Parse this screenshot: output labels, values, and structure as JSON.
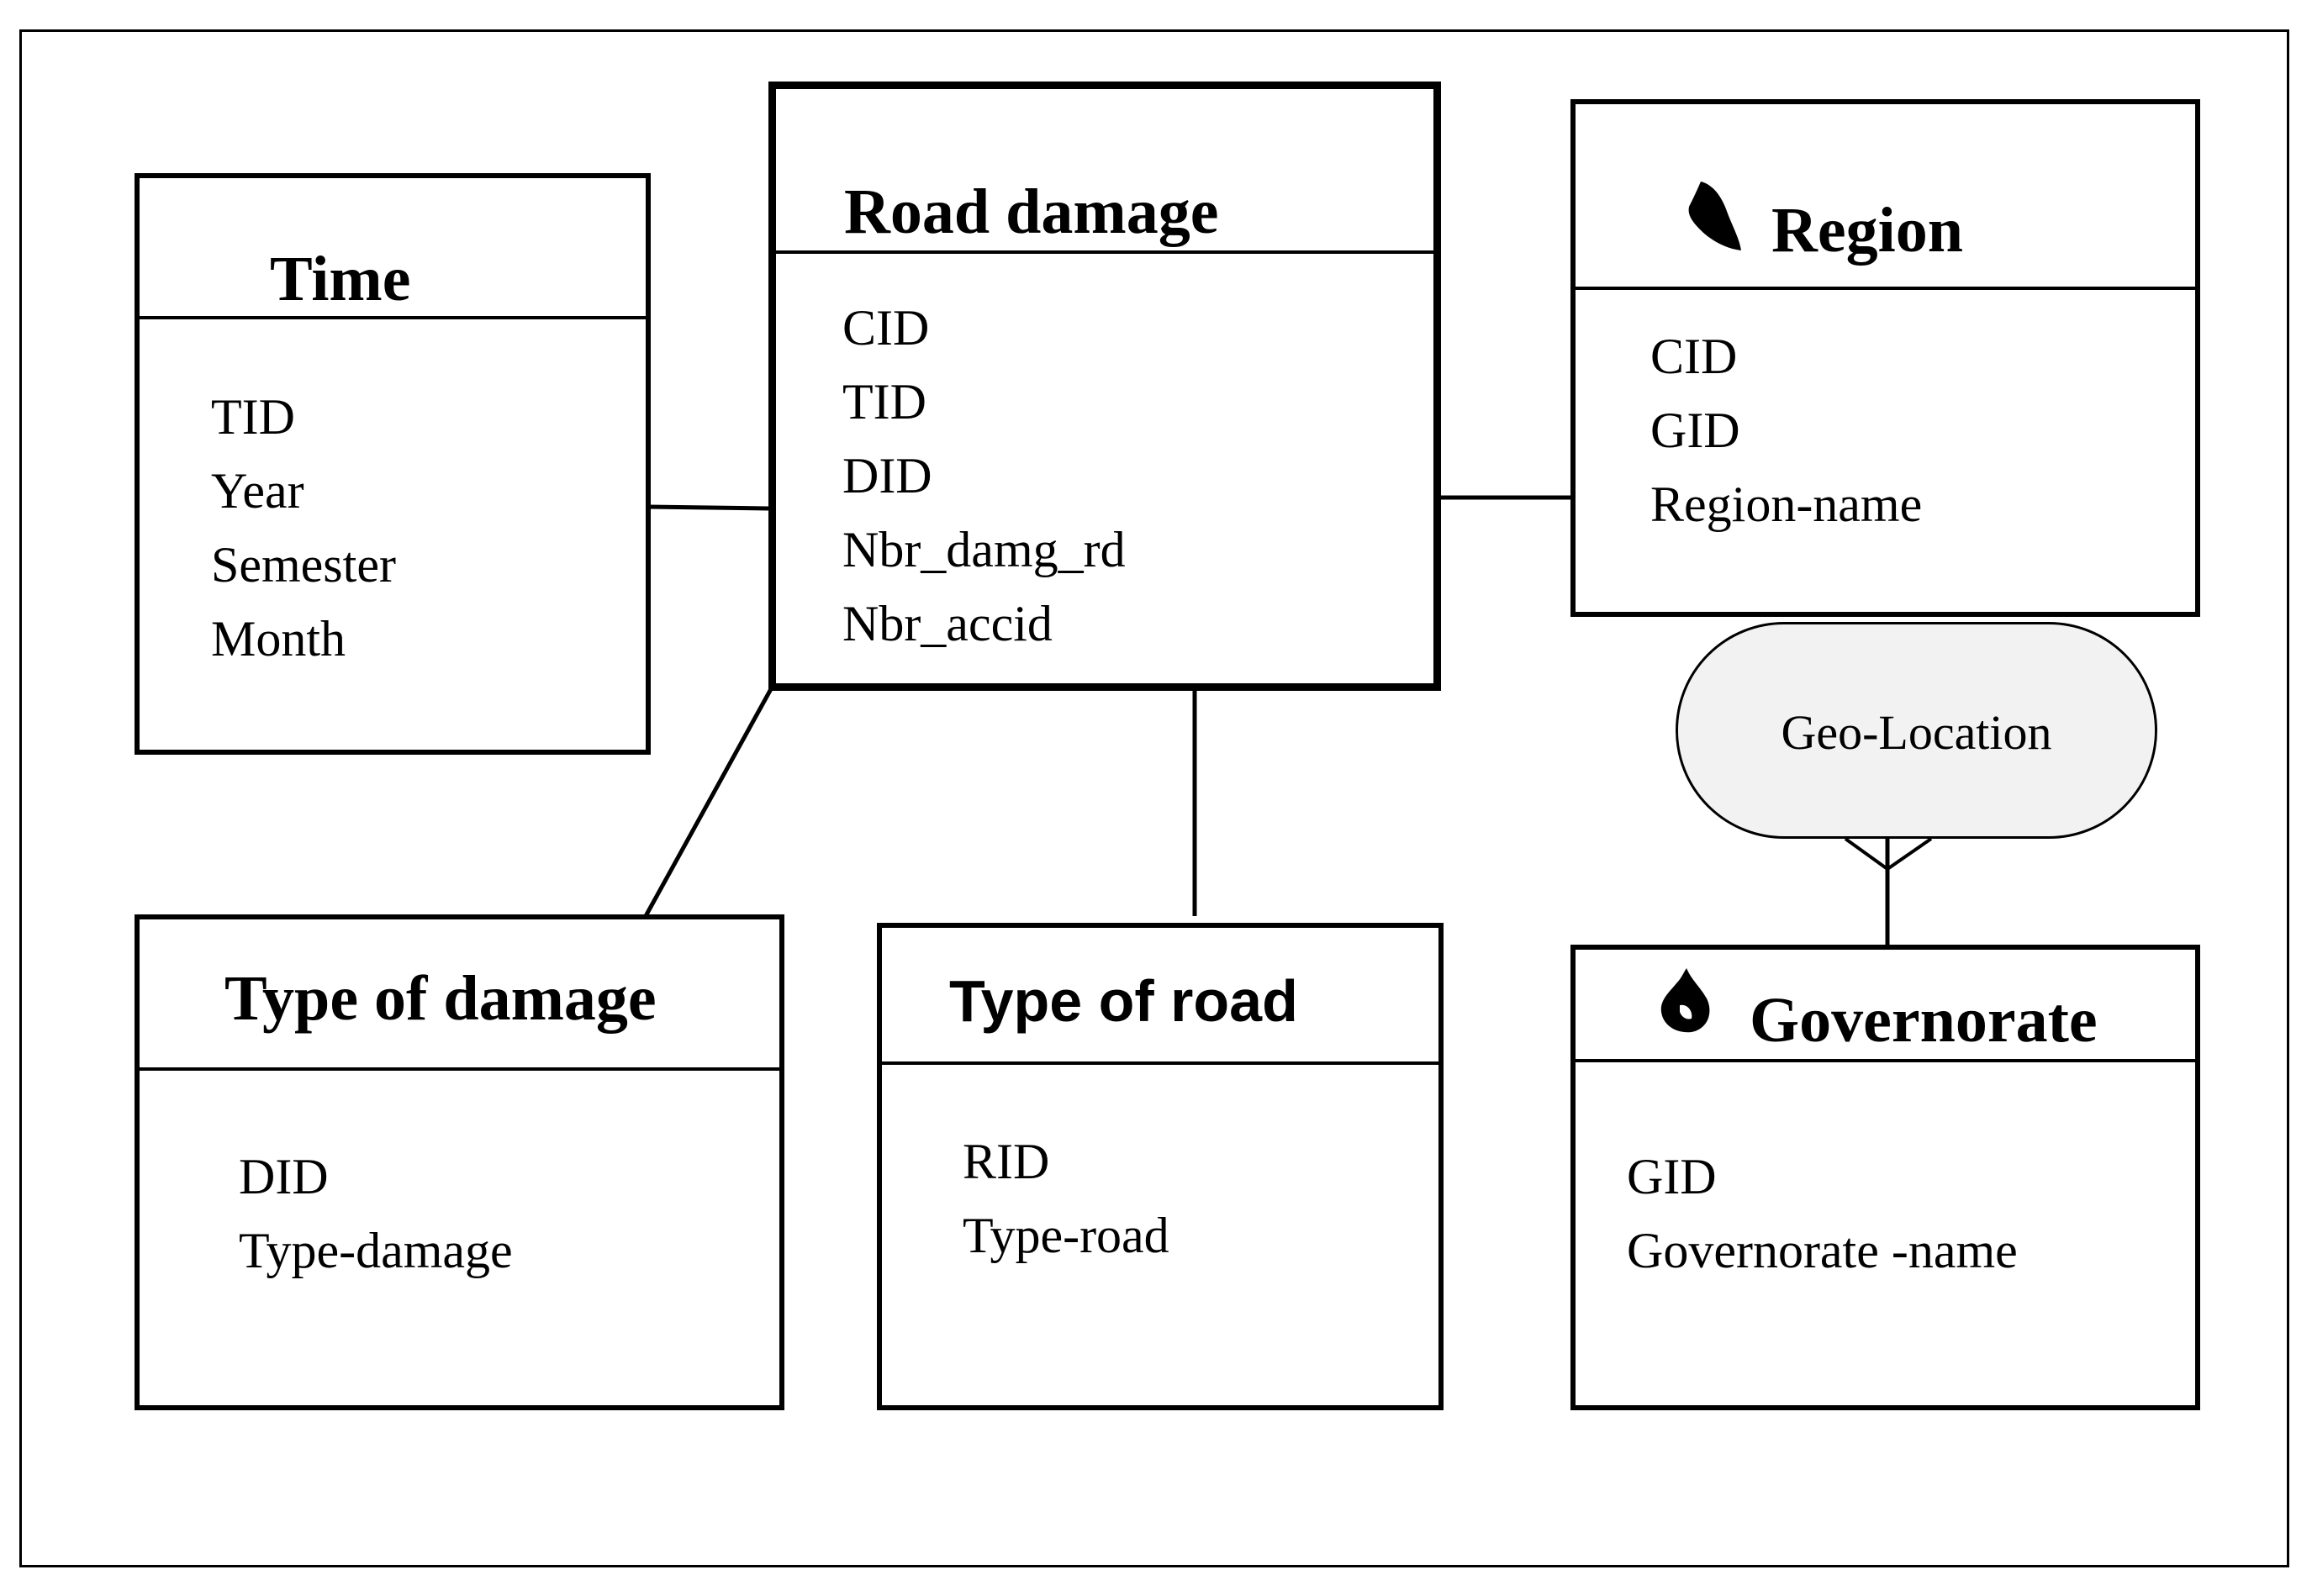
{
  "entities": {
    "road_damage": {
      "title": "Road damage",
      "fields": [
        "CID",
        "TID",
        "DID",
        "Nbr_damg_rd",
        "Nbr_accid"
      ]
    },
    "time": {
      "title": "Time",
      "fields": [
        "TID",
        "Year",
        "Semester",
        "Month"
      ]
    },
    "region": {
      "title": "Region",
      "icon": "region-shape-icon",
      "fields": [
        "CID",
        "GID",
        "Region-name"
      ]
    },
    "type_of_damage": {
      "title": "Type of damage",
      "fields": [
        "DID",
        "Type-damage"
      ]
    },
    "type_of_road": {
      "title": "Type of road",
      "fields": [
        "RID",
        "Type-road"
      ]
    },
    "governorate": {
      "title": "Governorate",
      "icon": "governorate-shape-icon",
      "fields": [
        "GID",
        "Governorate -name"
      ]
    }
  },
  "hierarchy": {
    "label": "Geo-Location"
  }
}
